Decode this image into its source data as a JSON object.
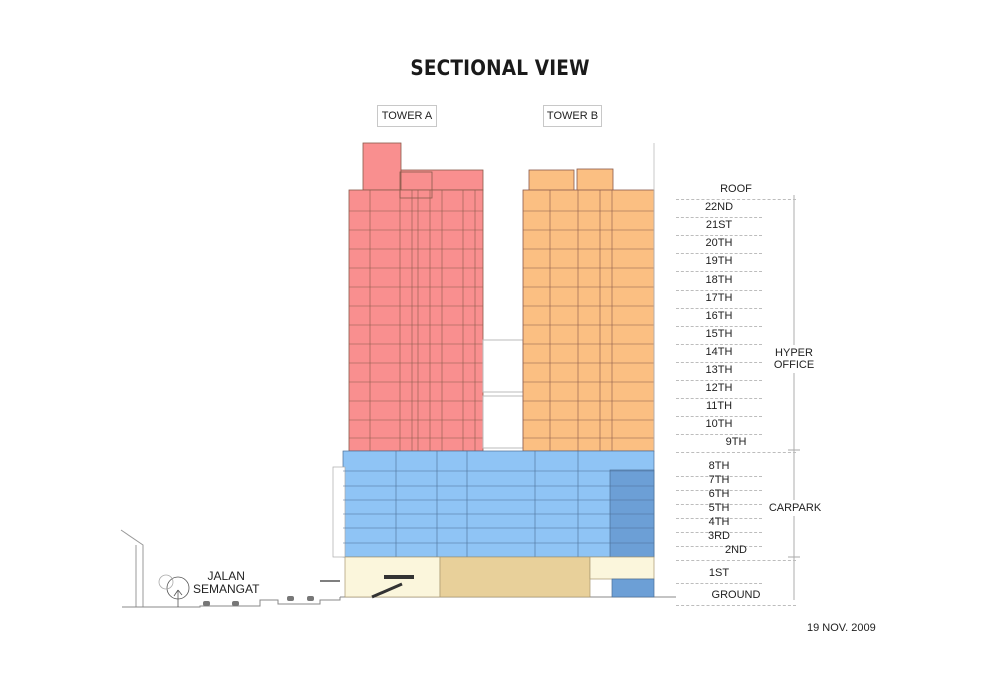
{
  "title": "SECTIONAL VIEW",
  "towers": [
    {
      "label": "TOWER A",
      "color": "#f98f8f"
    },
    {
      "label": "TOWER B",
      "color": "#fbbf82"
    }
  ],
  "levels": [
    "ROOF",
    "22ND",
    "21ST",
    "20TH",
    "19TH",
    "18TH",
    "17TH",
    "16TH",
    "15TH",
    "14TH",
    "13TH",
    "12TH",
    "11TH",
    "10TH",
    "9TH",
    "8TH",
    "7TH",
    "6TH",
    "5TH",
    "4TH",
    "3RD",
    "2ND",
    "1ST",
    "GROUND"
  ],
  "zones": [
    {
      "label_line1": "HYPER",
      "label_line2": "OFFICE",
      "from": "9TH",
      "to": "ROOF",
      "color": "#f98f8f"
    },
    {
      "label_line1": "CARPARK",
      "label_line2": "",
      "from": "2ND",
      "to": "8TH",
      "color": "#8fc4f5"
    },
    {
      "label_line1": "",
      "label_line2": "",
      "from": "GROUND",
      "to": "1ST",
      "color": "#fbf6dc"
    }
  ],
  "street": {
    "line1": "JALAN",
    "line2": "SEMANGAT"
  },
  "date": "19 NOV. 2009",
  "colors": {
    "tower_a": "#f98f8f",
    "tower_b": "#fbbf82",
    "carpark": "#8fc4f5",
    "carpark_dark": "#6c9fd6",
    "podium_light": "#fbf6dc",
    "podium_tan": "#e8d09a",
    "outline": "#8a5a4a"
  }
}
